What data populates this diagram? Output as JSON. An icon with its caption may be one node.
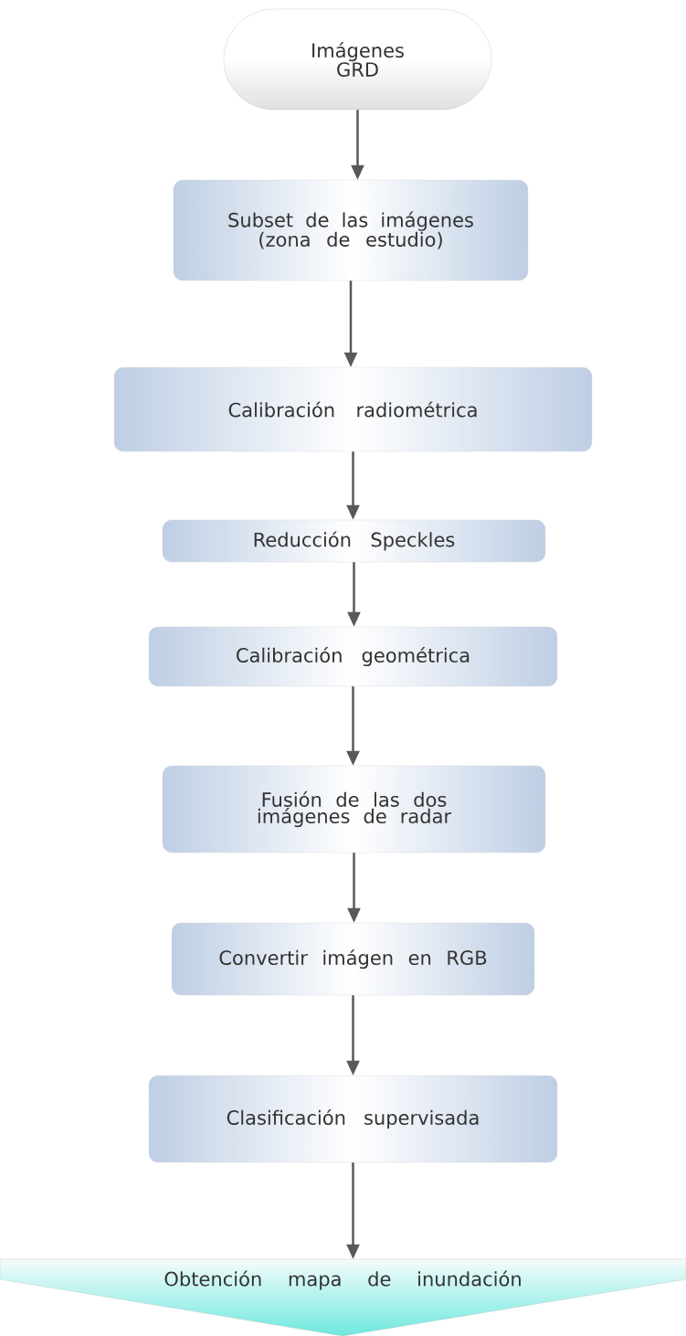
{
  "diagram": {
    "nodes": [
      {
        "text": [
          "Imágenes GRD"
        ]
      },
      {
        "text": [
          "Subset de las imágenes (zona de estudio)"
        ]
      },
      {
        "text": [
          "Calibración radiométrica"
        ]
      },
      {
        "text": [
          "Reducción Speckles"
        ]
      },
      {
        "text": [
          "Calibración geométrica"
        ]
      },
      {
        "text": [
          "Fusión de las dos imágenes de radar"
        ]
      },
      {
        "text": [
          "Convertir imágen en RGB"
        ]
      },
      {
        "text": [
          "Clasificación supervisada"
        ]
      },
      {
        "text": [
          "Obtención mapa de inundación"
        ]
      }
    ],
    "edges": [
      {
        "from": 0,
        "to": 1,
        "arrow": "to"
      },
      {
        "from": 1,
        "to": 2,
        "arrow": "to"
      },
      {
        "from": 2,
        "to": 3,
        "arrow": "to"
      },
      {
        "from": 3,
        "to": 4,
        "arrow": "to"
      },
      {
        "from": 4,
        "to": 5,
        "arrow": "to"
      },
      {
        "from": 5,
        "to": 6,
        "arrow": "to"
      },
      {
        "from": 6,
        "to": 7,
        "arrow": "to"
      },
      {
        "from": 7,
        "to": 8,
        "arrow": "to"
      }
    ]
  }
}
